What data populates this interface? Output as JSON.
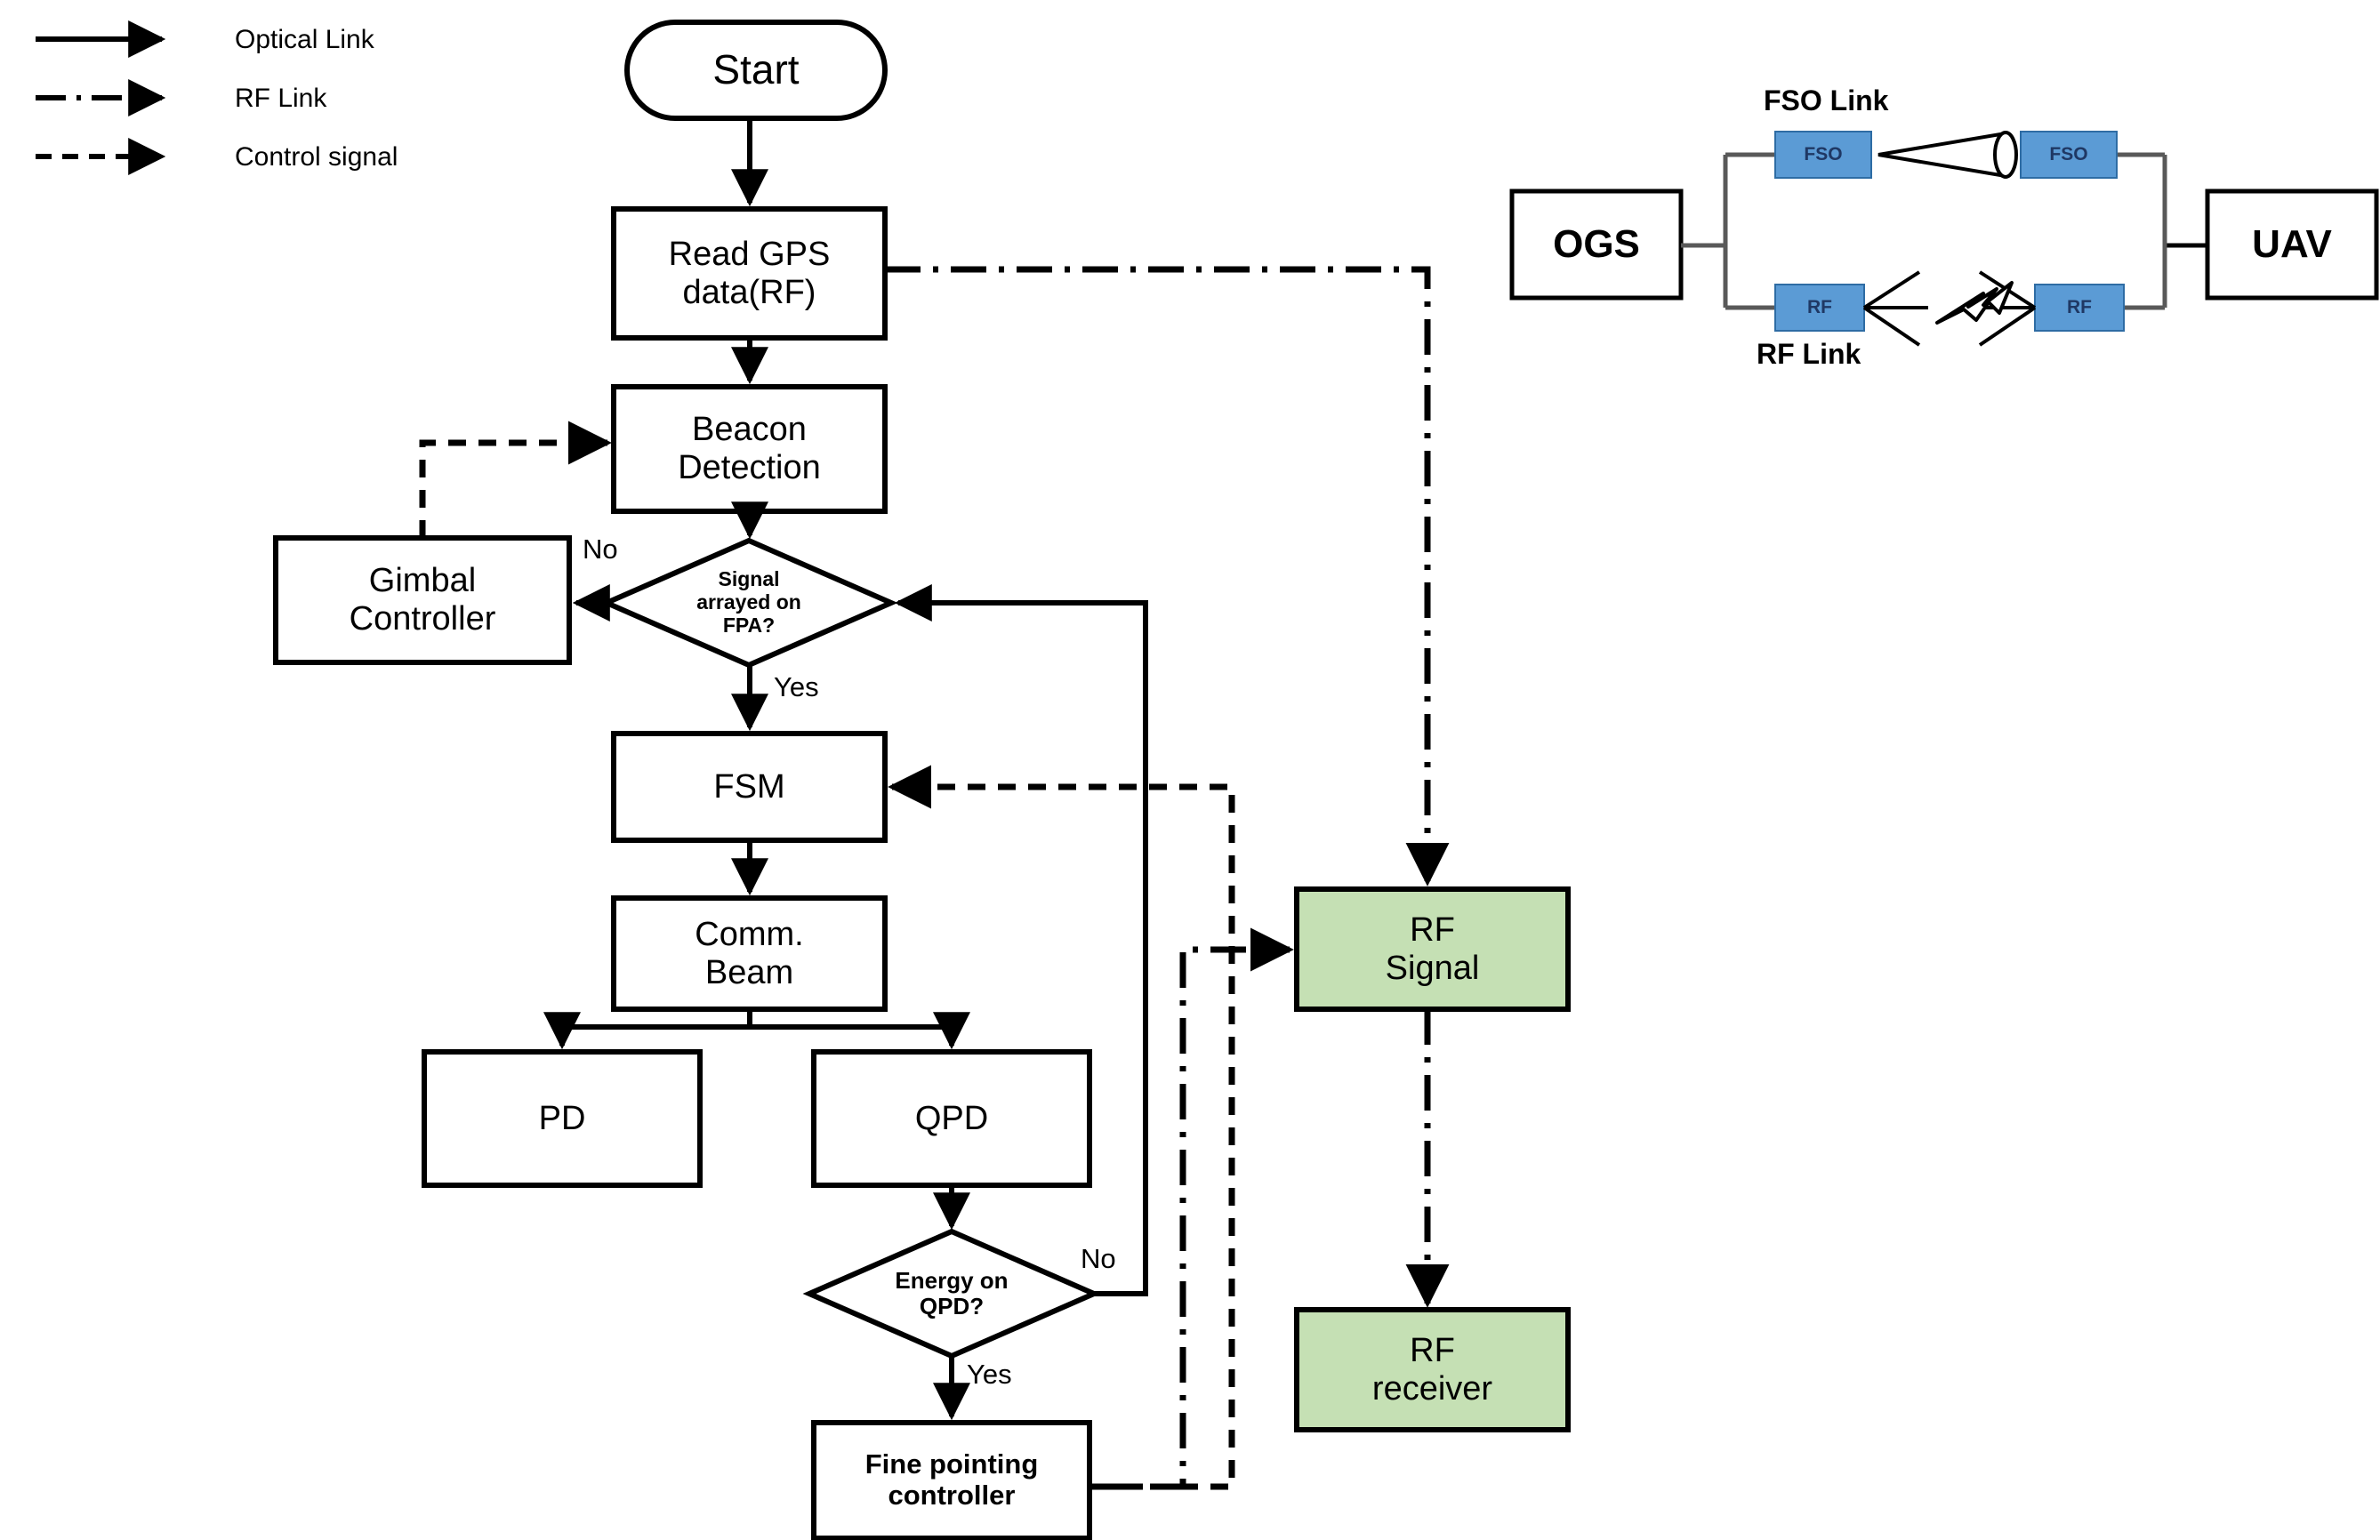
{
  "legend": {
    "items": [
      {
        "id": "optical-link",
        "label": "Optical Link",
        "style": "solid"
      },
      {
        "id": "rf-link",
        "label": "RF Link",
        "style": "dash-dot"
      },
      {
        "id": "control-signal",
        "label": "Control signal",
        "style": "dashed"
      }
    ]
  },
  "flowchart": {
    "nodes": {
      "start": "Start",
      "read_gps": "Read GPS\ndata(RF)",
      "beacon": "Beacon\nDetection",
      "gimbal": "Gimbal\nController",
      "decision_fpa": "Signal\narrayed on\nFPA?",
      "fsm": "FSM",
      "comm_beam": "Comm.\nBeam",
      "pd": "PD",
      "qpd": "QPD",
      "decision_qpd": "Energy on\nQPD?",
      "fine_pointing": "Fine pointing\ncontroller",
      "rf_signal": "RF\nSignal",
      "rf_receiver": "RF\nreceiver"
    },
    "edge_labels": {
      "fpa_no": "No",
      "fpa_yes": "Yes",
      "qpd_no": "No",
      "qpd_yes": "Yes"
    }
  },
  "link_diagram": {
    "ogs": "OGS",
    "uav": "UAV",
    "fso_left": "FSO",
    "fso_right": "FSO",
    "rf_left": "RF",
    "rf_right": "RF",
    "fso_link_label": "FSO Link",
    "rf_link_label": "RF Link"
  },
  "colors": {
    "green_fill": "#C5E0B4",
    "blue_fill": "#5B9BD5",
    "stroke": "#000000",
    "white_fill": "#FFFFFF"
  }
}
